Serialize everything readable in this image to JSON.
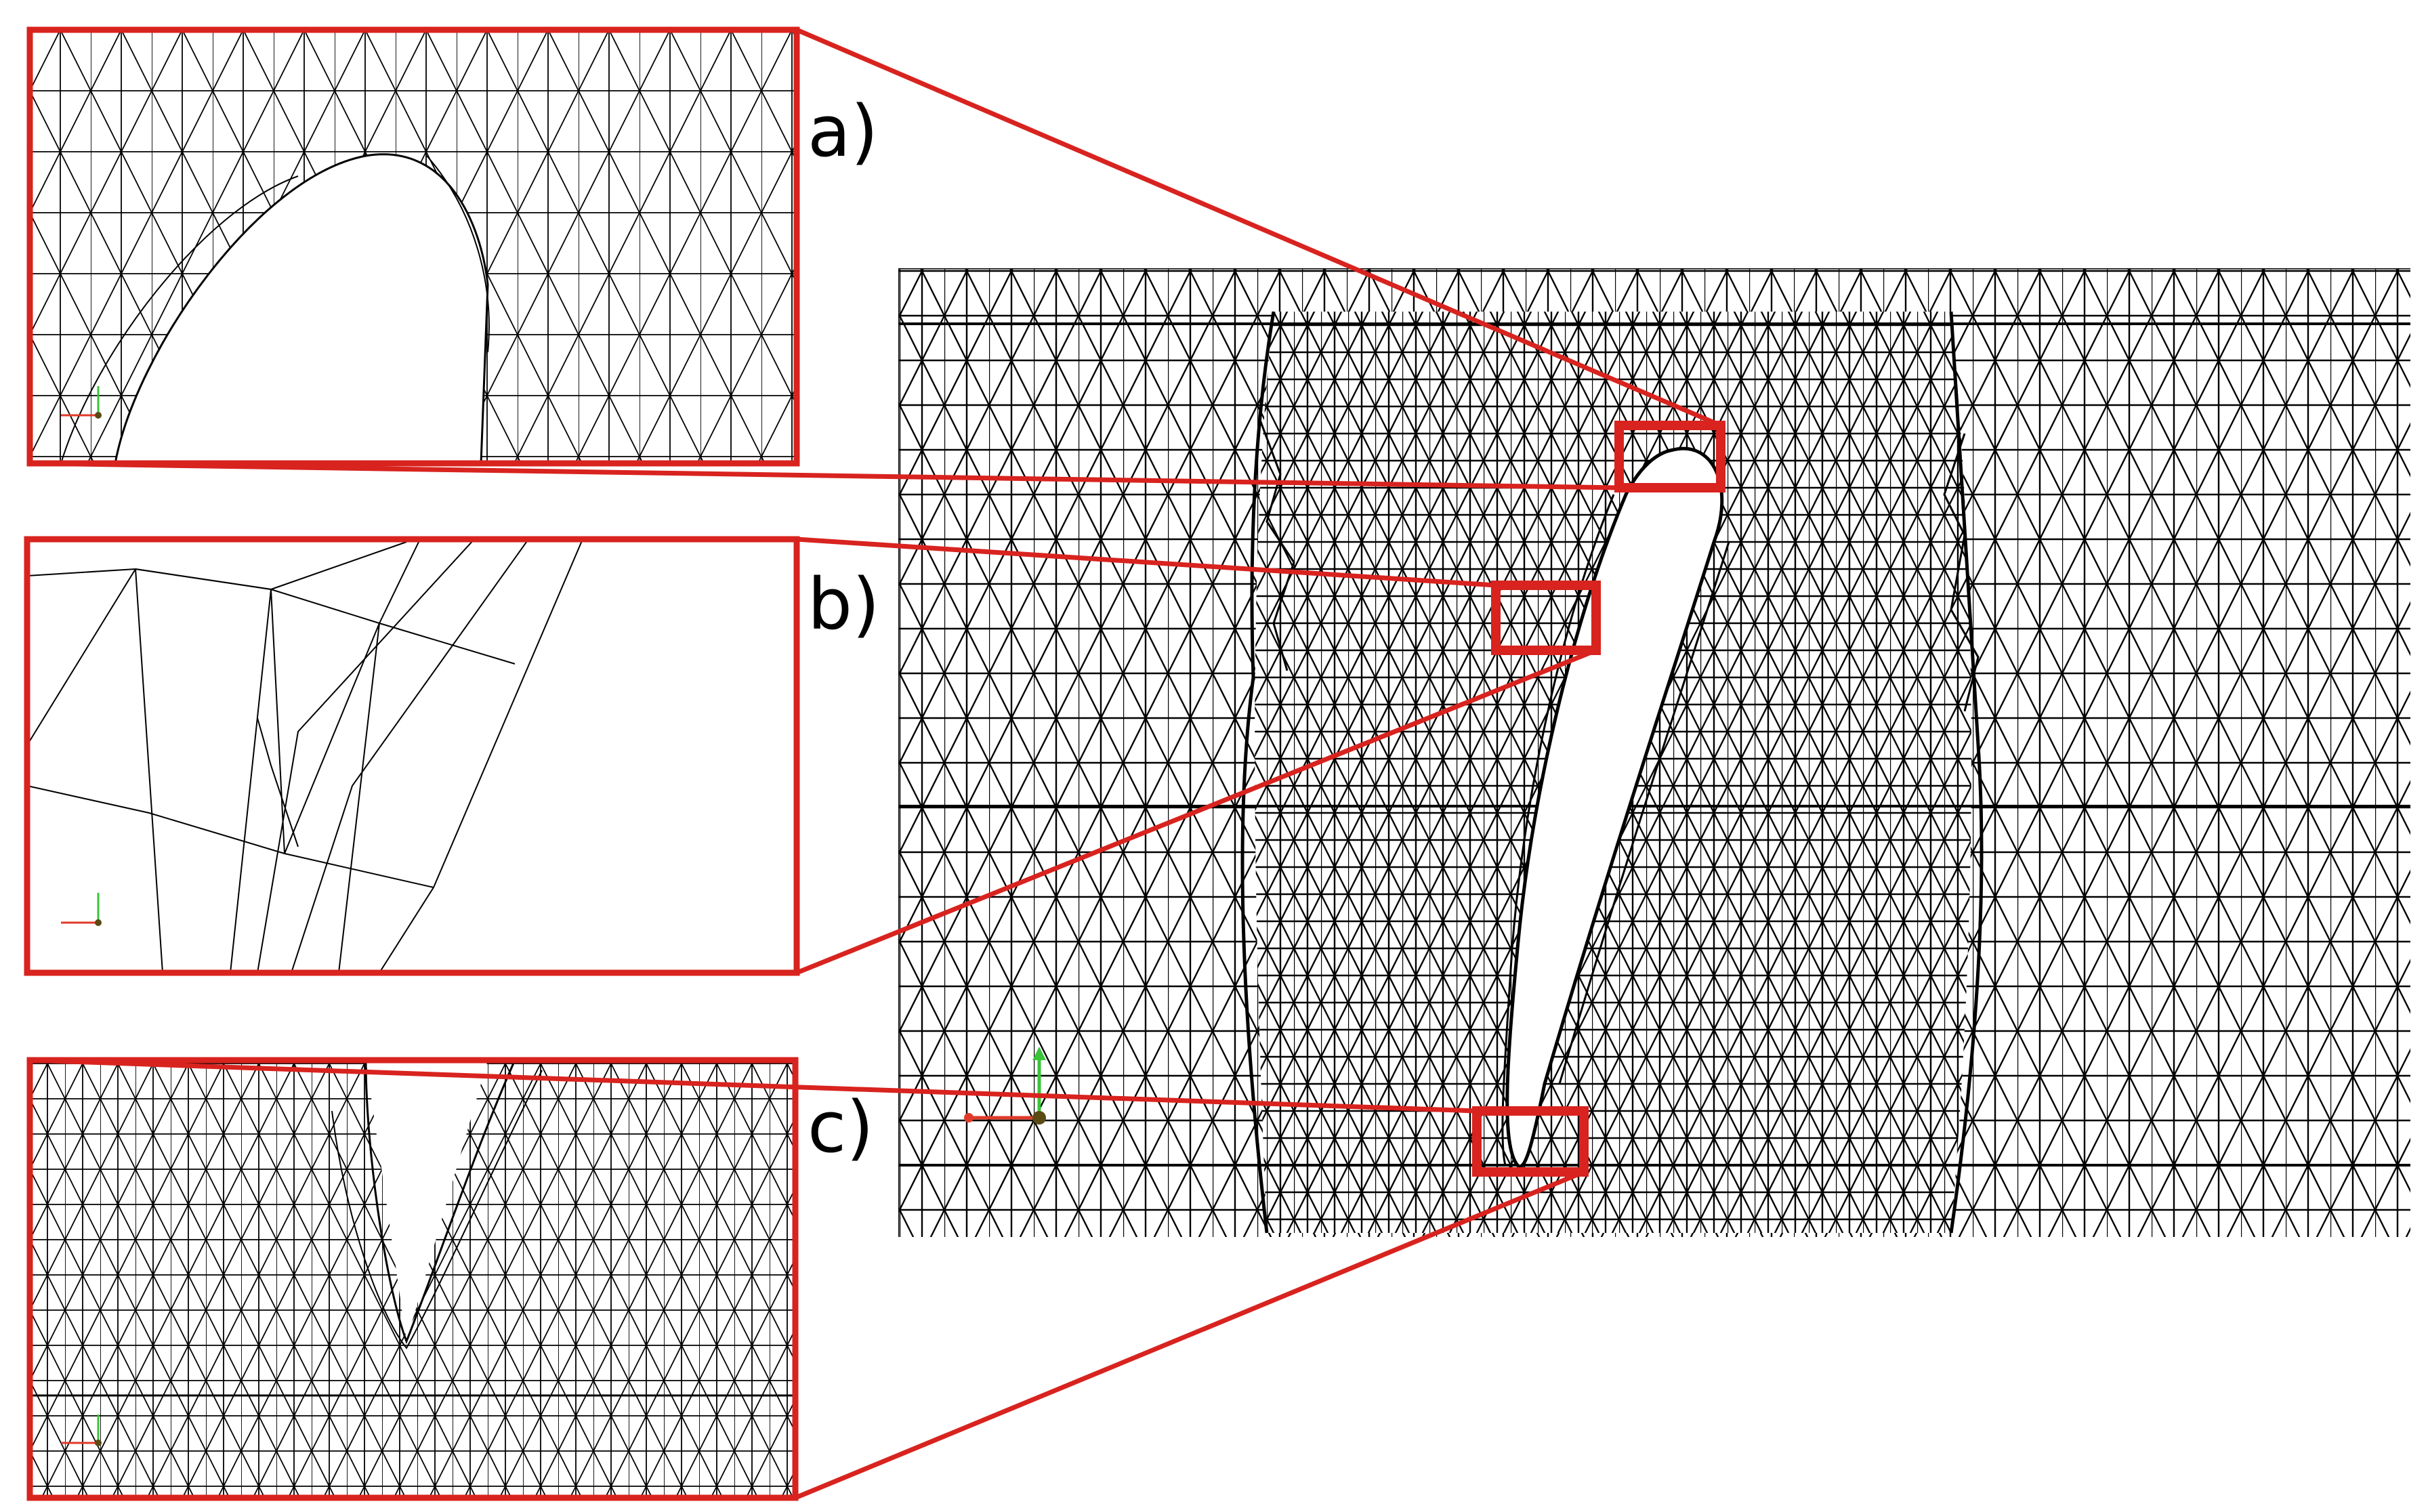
{
  "figure": {
    "panels": [
      {
        "id": "a",
        "label": "a)"
      },
      {
        "id": "b",
        "label": "b)"
      },
      {
        "id": "c",
        "label": "c)"
      }
    ],
    "colors": {
      "highlight": "#d8231f",
      "mesh": "#000000",
      "axis_x": "#e03a2a",
      "axis_y": "#3ac43a",
      "background": "#ffffff"
    },
    "icons": [
      "coordinate-axes-icon"
    ]
  }
}
